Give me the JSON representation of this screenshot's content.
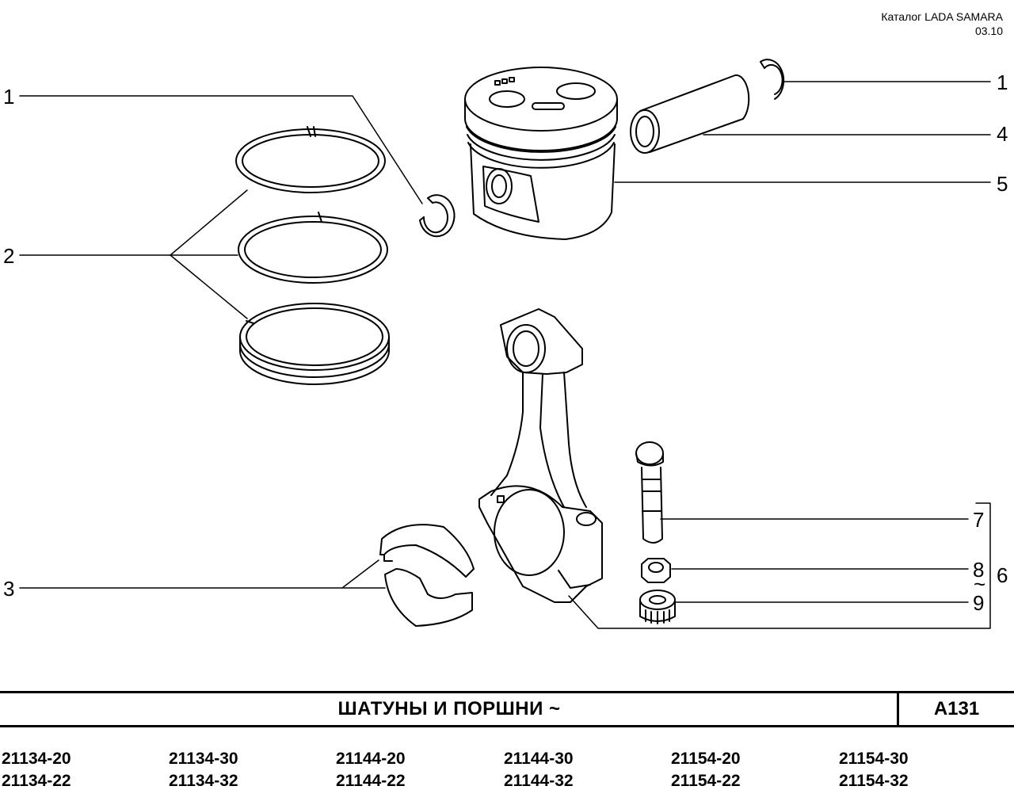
{
  "header": {
    "catalog_label": "Каталог  LADA SAMARA",
    "date": "03.10"
  },
  "callouts": {
    "c1_left": "1",
    "c2": "2",
    "c3": "3",
    "c1_right": "1",
    "c4": "4",
    "c5": "5",
    "c7": "7",
    "c8": "8",
    "tilde": "~",
    "c9": "9",
    "c6": "6"
  },
  "title": {
    "text": "ШАТУНЫ  И  ПОРШНИ  ~",
    "code": "A131"
  },
  "models": [
    {
      "top": "21134-20",
      "bottom": "21134-22"
    },
    {
      "top": "21134-30",
      "bottom": "21134-32"
    },
    {
      "top": "21144-20",
      "bottom": "21144-22"
    },
    {
      "top": "21144-30",
      "bottom": "21144-32"
    },
    {
      "top": "21154-20",
      "bottom": "21154-22"
    },
    {
      "top": "21154-30",
      "bottom": "21154-32"
    }
  ]
}
